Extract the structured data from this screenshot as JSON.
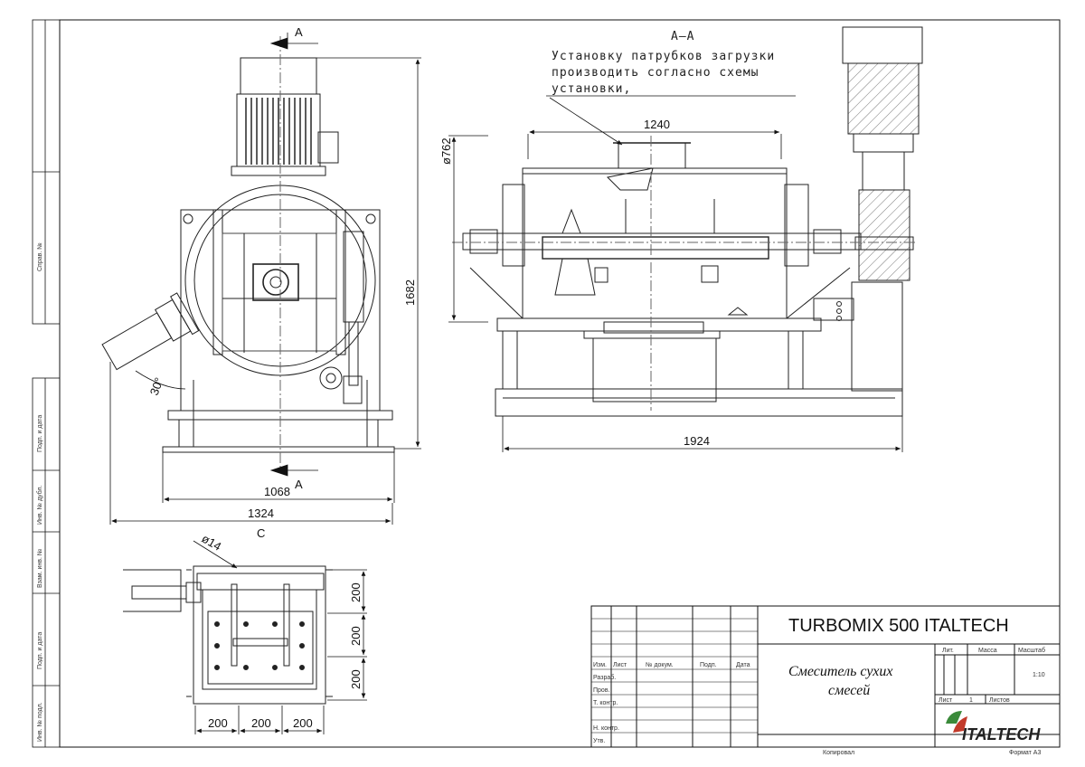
{
  "drawing": {
    "section_label_top": "A",
    "section_label_bottom": "A",
    "section_title": "A–A",
    "view_c_label": "C",
    "note_lines": [
      "Установку патрубков загрузки",
      "производить согласно схемы",
      "установки,"
    ],
    "dims": {
      "height_front": "1682",
      "width_base": "1068",
      "width_overall": "1324",
      "angle": "30°",
      "diameter_top": "ø762",
      "width_inlet": "1240",
      "length_side": "1924",
      "hole_dia": "ø14",
      "plan_v1": "200",
      "plan_v2": "200",
      "plan_v3": "200",
      "plan_h1": "200",
      "plan_h2": "200",
      "plan_h3": "200"
    }
  },
  "title_block": {
    "product": "TURBOMIX 500 ITALTECH",
    "description_line1": "Смеситель сухих",
    "description_line2": "смесей",
    "col_headers": [
      "Изм.",
      "Лист",
      "№ докум.",
      "Подп.",
      "Дата"
    ],
    "roles": [
      "Разраб.",
      "Пров.",
      "Т. контр.",
      "Н. контр.",
      "Утв."
    ],
    "lit_label": "Лит.",
    "mass_label": "Масса",
    "scale_label": "Масштаб",
    "scale_value": "1:10",
    "sheet_label": "Лист",
    "sheet_value": "1",
    "sheets_label": "Листов",
    "copied_label": "Копировал",
    "format_label": "Формат А3",
    "logo": "ITALTECH"
  },
  "side_stamp": [
    "Справ. №",
    "Подп. и дата",
    "Инв. № дубл.",
    "Взам. инв. №",
    "Подп. и дата",
    "Инв. № подл."
  ]
}
